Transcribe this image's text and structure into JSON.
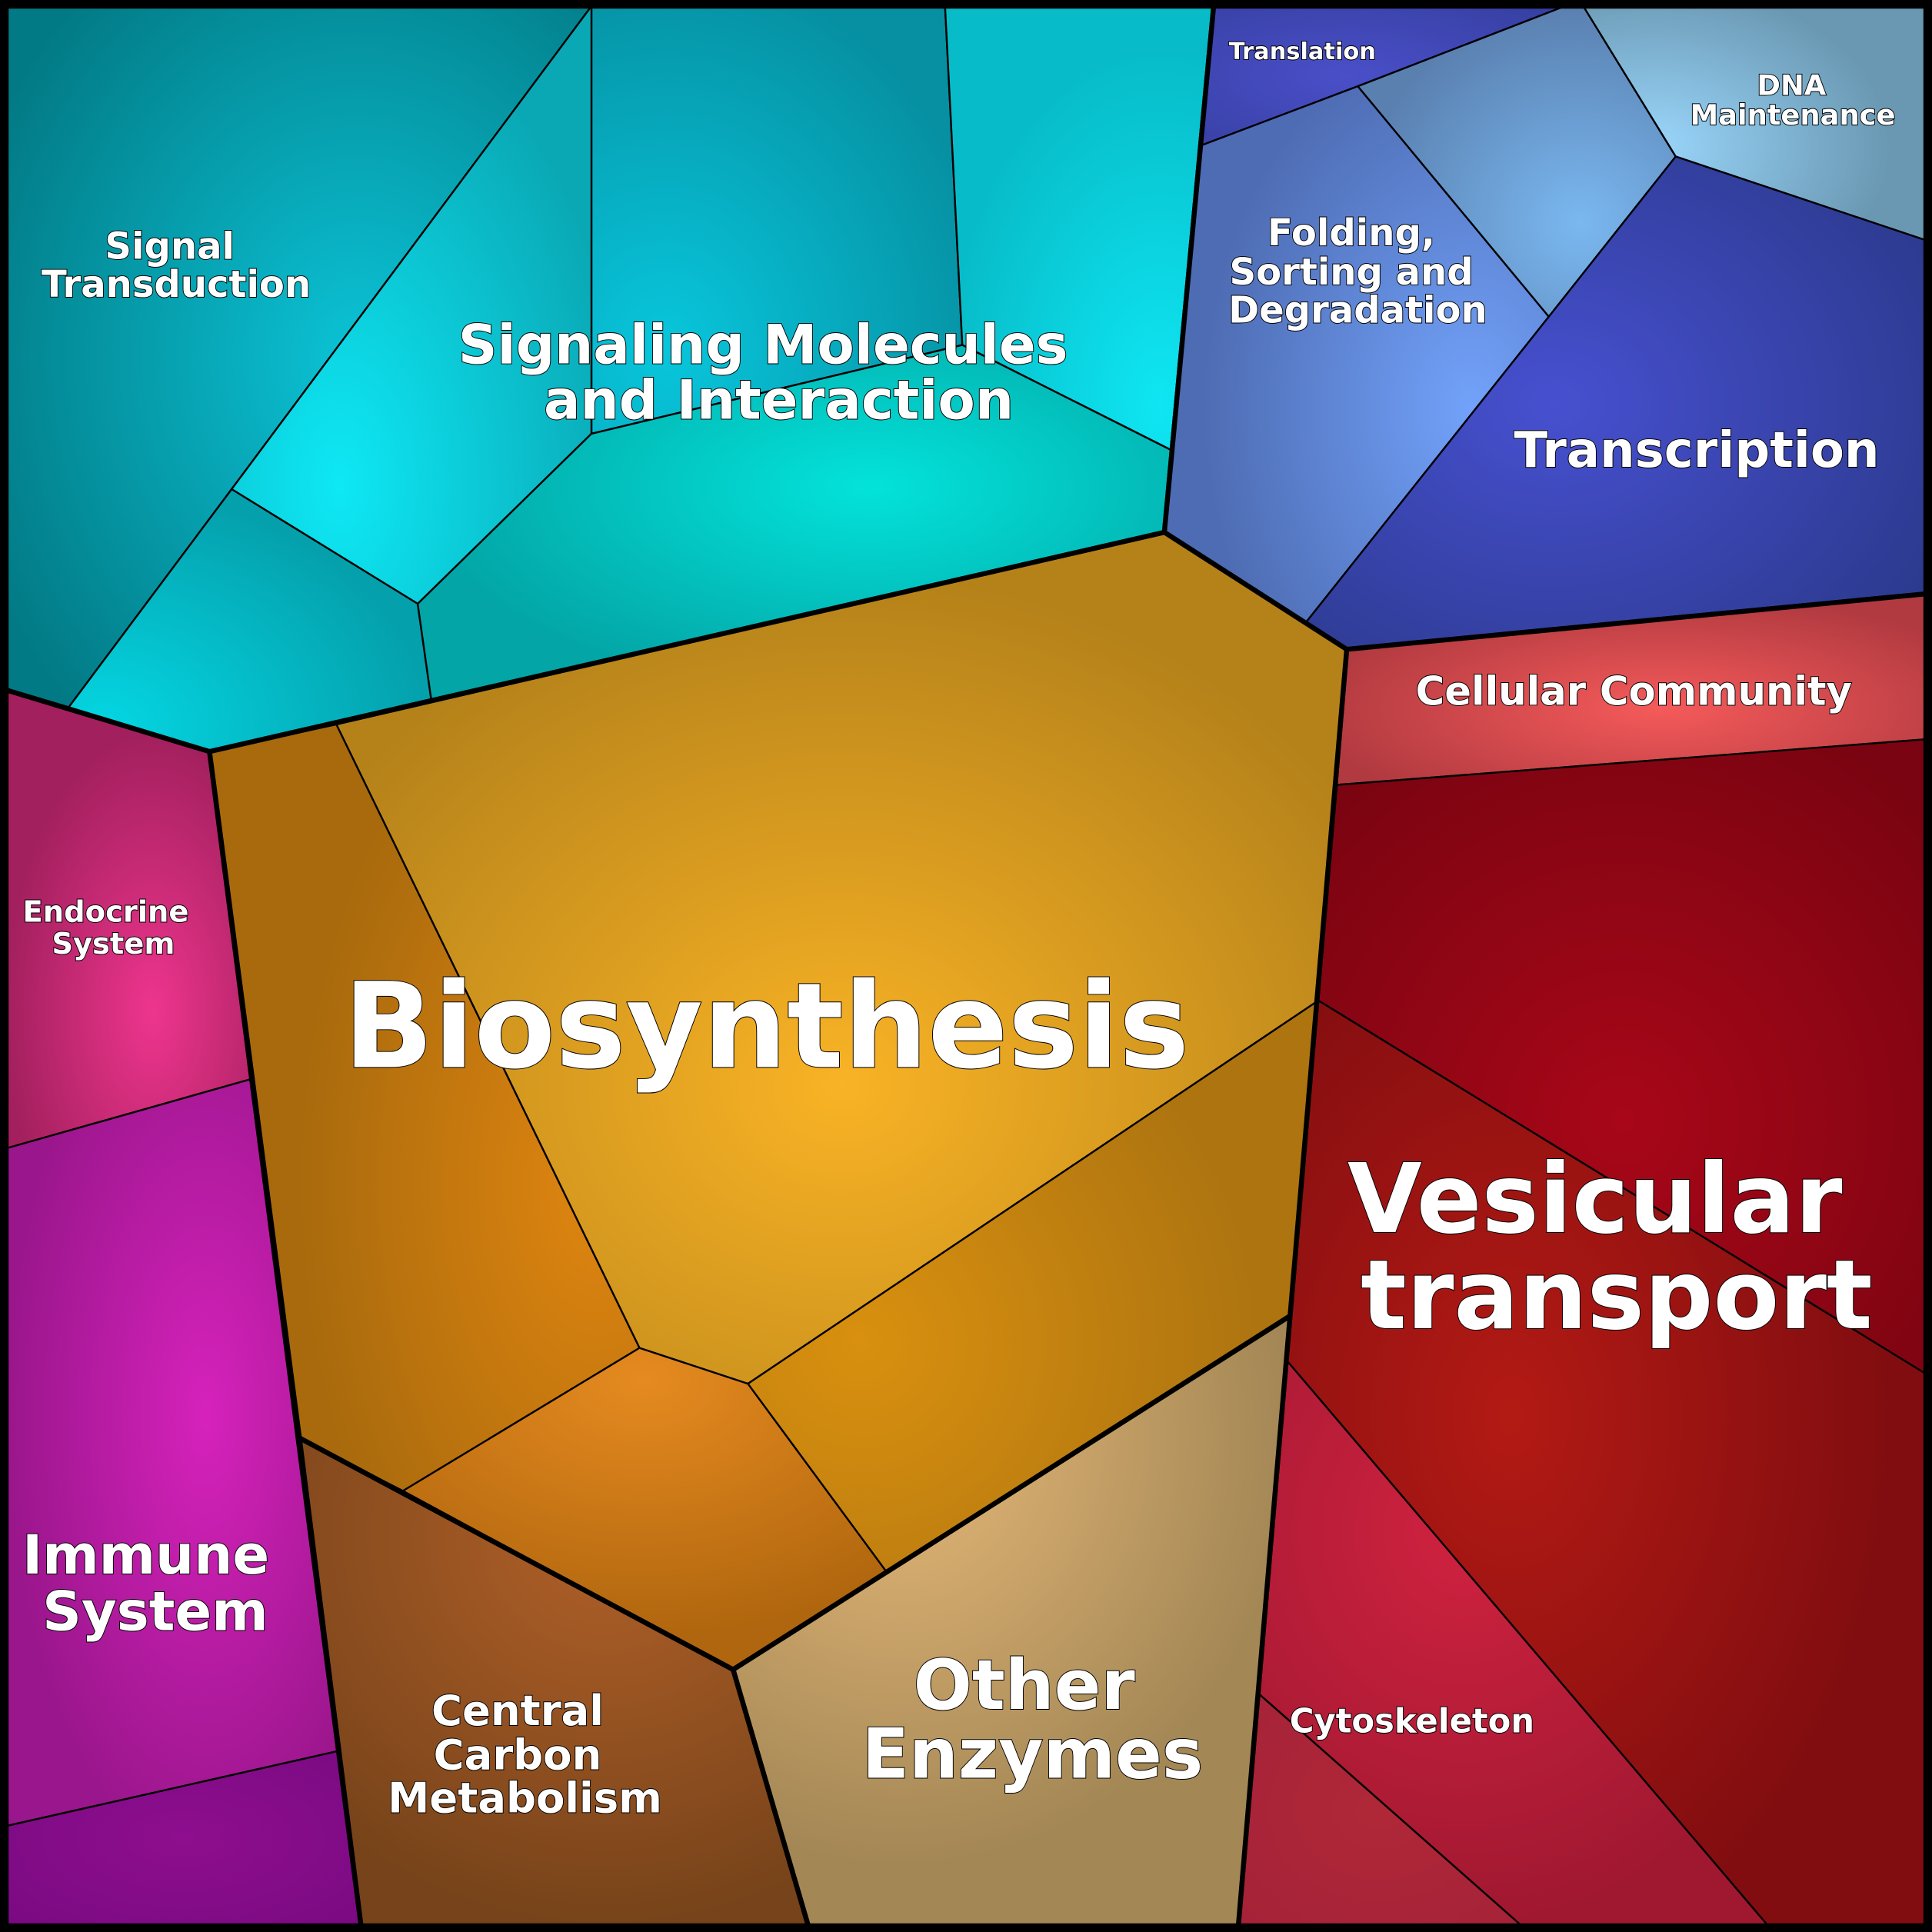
{
  "labels": {
    "signal_transduction": [
      "Signal",
      "Transduction"
    ],
    "signaling_molecules": [
      "Signaling Molecules",
      "and Interaction"
    ],
    "translation": "Translation",
    "dna_maintenance": [
      "DNA",
      "Maintenance"
    ],
    "folding": [
      "Folding,",
      "Sorting and",
      "Degradation"
    ],
    "transcription": "Transcription",
    "cellular_community": "Cellular Community",
    "vesicular_transport": [
      "Vesicular",
      "transport"
    ],
    "cytoskeleton": "Cytoskeleton",
    "biosynthesis": "Biosynthesis",
    "endocrine_system": [
      "Endocrine",
      "System"
    ],
    "immune_system": [
      "Immune",
      "System"
    ],
    "central_carbon": [
      "Central",
      "Carbon",
      "Metabolism"
    ],
    "other_enzymes": [
      "Other",
      "Enzymes"
    ]
  }
}
